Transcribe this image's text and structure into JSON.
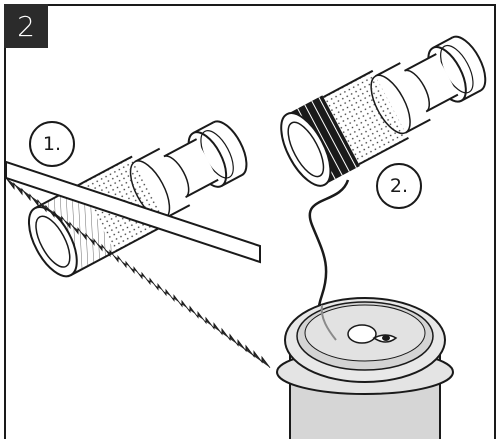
{
  "step": {
    "number": "2"
  },
  "callouts": [
    {
      "label": "1."
    },
    {
      "label": "2."
    }
  ],
  "icons": {
    "saw": "saw-blade-icon",
    "hose_fitting_cut": "hose-fitting-icon",
    "hose_fitting_wrapped": "hose-fitting-icon",
    "cord": "cord-icon",
    "can": "can-icon"
  }
}
